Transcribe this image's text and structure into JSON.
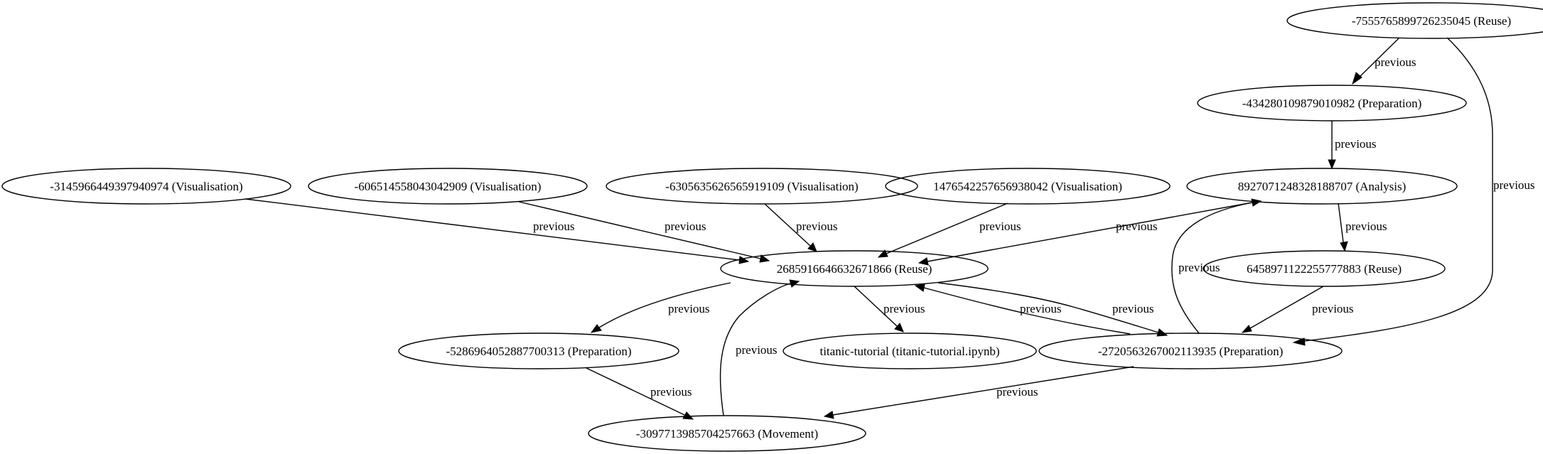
{
  "graph": {
    "nodes": [
      {
        "id": "n_755",
        "label": "-7555765899726235045 (Reuse)"
      },
      {
        "id": "n_434",
        "label": "-434280109879010982 (Preparation)"
      },
      {
        "id": "n_892",
        "label": "8927071248328188707 (Analysis)"
      },
      {
        "id": "n_314",
        "label": "-3145966449397940974 (Visualisation)"
      },
      {
        "id": "n_606",
        "label": "-606514558043042909 (Visualisation)"
      },
      {
        "id": "n_630",
        "label": "-6305635626565919109 (Visualisation)"
      },
      {
        "id": "n_147",
        "label": "1476542257656938042 (Visualisation)"
      },
      {
        "id": "n_268",
        "label": "2685916646632671866 (Reuse)"
      },
      {
        "id": "n_645",
        "label": "6458971122255777883 (Reuse)"
      },
      {
        "id": "n_528",
        "label": "-5286964052887700313 (Preparation)"
      },
      {
        "id": "n_tit",
        "label": "titanic-tutorial (titanic-tutorial.ipynb)"
      },
      {
        "id": "n_272",
        "label": "-272056326700211393​5 (Preparation)"
      },
      {
        "id": "n_309",
        "label": "-3097713985704257663 (Movement)"
      }
    ],
    "edges": [
      {
        "from": "n_755",
        "to": "n_434",
        "label": "previous"
      },
      {
        "from": "n_755",
        "to": "n_272",
        "label": "previous"
      },
      {
        "from": "n_434",
        "to": "n_892",
        "label": "previous"
      },
      {
        "from": "n_892",
        "to": "n_645",
        "label": "previous"
      },
      {
        "from": "n_892",
        "to": "n_268",
        "label": "previous"
      },
      {
        "from": "n_314",
        "to": "n_268",
        "label": "previous"
      },
      {
        "from": "n_606",
        "to": "n_268",
        "label": "previous"
      },
      {
        "from": "n_630",
        "to": "n_268",
        "label": "previous"
      },
      {
        "from": "n_147",
        "to": "n_268",
        "label": "previous"
      },
      {
        "from": "n_268",
        "to": "n_528",
        "label": "previous"
      },
      {
        "from": "n_268",
        "to": "n_tit",
        "label": "previous"
      },
      {
        "from": "n_268",
        "to": "n_272",
        "label": "previous"
      },
      {
        "from": "n_272",
        "to": "n_268",
        "label": "previous"
      },
      {
        "from": "n_272",
        "to": "n_892",
        "label": "previous"
      },
      {
        "from": "n_645",
        "to": "n_272",
        "label": "previous"
      },
      {
        "from": "n_528",
        "to": "n_309",
        "label": "previous"
      },
      {
        "from": "n_309",
        "to": "n_268",
        "label": "previous"
      },
      {
        "from": "n_272",
        "to": "n_309",
        "label": "previous"
      }
    ]
  }
}
